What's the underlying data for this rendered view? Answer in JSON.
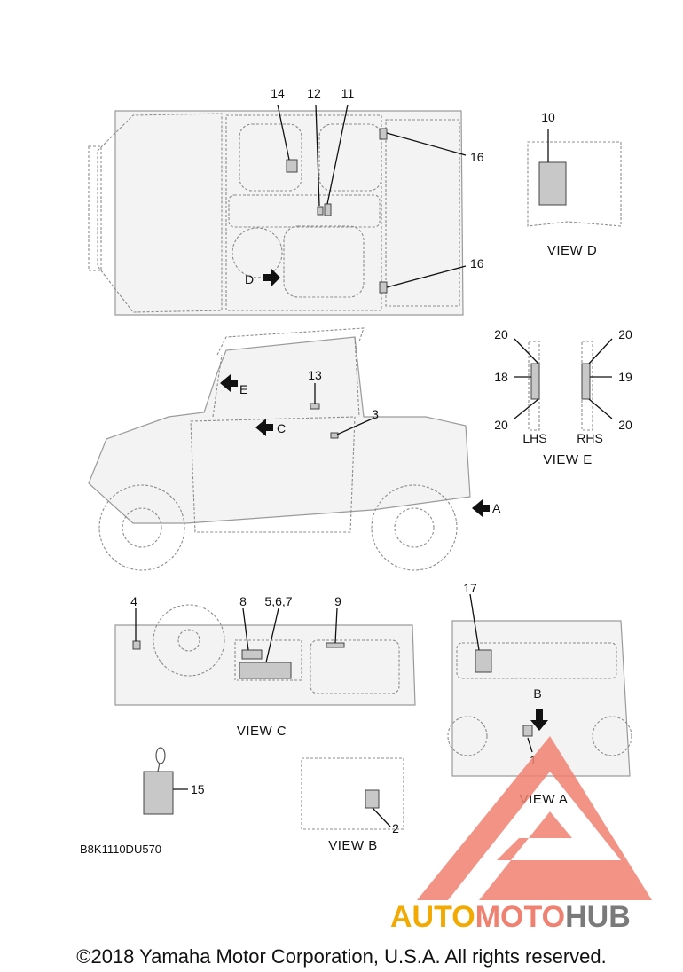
{
  "callouts": {
    "c14": "14",
    "c12": "12",
    "c11": "11",
    "c16a": "16",
    "c16b": "16",
    "c10": "10",
    "arrowD": "D",
    "c13": "13",
    "c3": "3",
    "arrowE": "E",
    "arrowC": "C",
    "arrowA": "A",
    "c20a": "20",
    "c18": "18",
    "c20b": "20",
    "c20c": "20",
    "c19": "19",
    "c20d": "20",
    "c4": "4",
    "c8": "8",
    "c567": "5,6,7",
    "c9": "9",
    "c17": "17",
    "labelB": "B",
    "c1": "1",
    "c15": "15",
    "c2": "2"
  },
  "views": {
    "view_d": "VIEW D",
    "view_e": "VIEW E",
    "lhs": "LHS",
    "rhs": "RHS",
    "view_c": "VIEW C",
    "view_a": "VIEW A",
    "view_b": "VIEW B"
  },
  "diagram_code": "B8K1110DU570",
  "watermark": {
    "part1": "AUTO",
    "part2": "MOTO",
    "part3": "HUB",
    "color1": "#f2a900",
    "color2": "#f08070",
    "color3": "#7a7a7a"
  },
  "copyright": "©2018 Yamaha Motor Corporation, U.S.A. All rights reserved."
}
